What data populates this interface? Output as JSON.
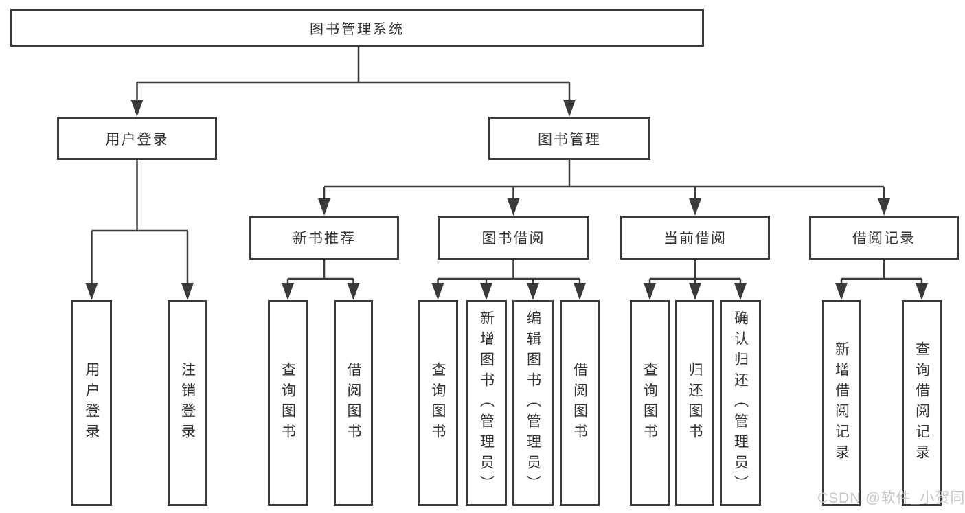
{
  "colors": {
    "line": "#3a3a3a",
    "text": "#333333",
    "box_background": "#ffffff",
    "watermark": "#c6c6c6"
  },
  "diagram": {
    "root_label": "图书管理系统",
    "login_branch": {
      "label": "用户登录",
      "children": [
        "用户登录",
        "注销登录"
      ]
    },
    "management_branch": {
      "label": "图书管理",
      "sections": [
        {
          "label": "新书推荐",
          "children": [
            "查询图书",
            "借阅图书"
          ]
        },
        {
          "label": "图书借阅",
          "children": [
            "查询图书",
            "新增图书（管理员）",
            "编辑图书（管理员）",
            "借阅图书"
          ]
        },
        {
          "label": "当前借阅",
          "children": [
            "查询图书",
            "归还图书",
            "确认归还（管理员）"
          ]
        },
        {
          "label": "借阅记录",
          "children": [
            "新增借阅记录",
            "查询借阅记录"
          ]
        }
      ]
    }
  },
  "watermark": {
    "text": "CSDN @软件_小贺同学"
  }
}
